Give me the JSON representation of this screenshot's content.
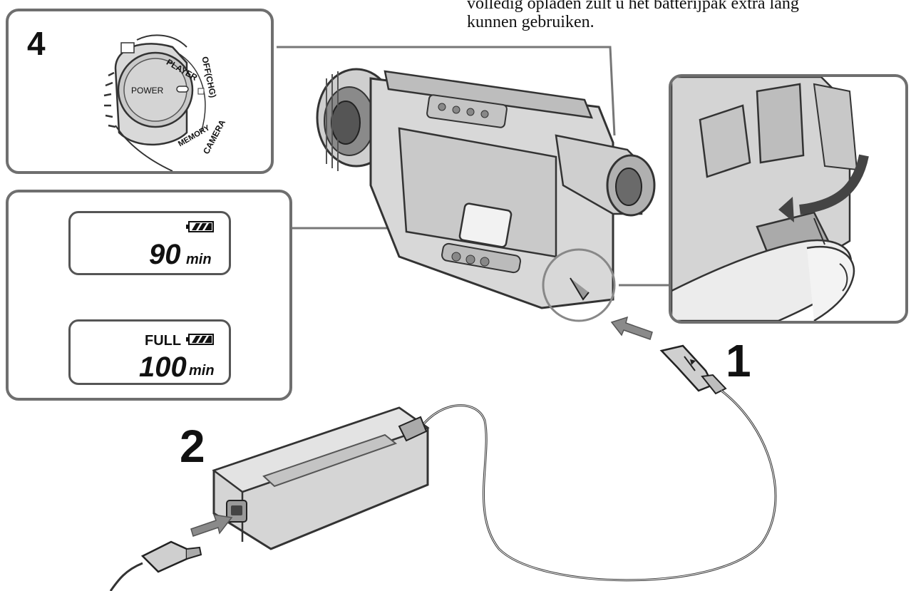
{
  "caption": {
    "line1": "volledig opladen zult u het batterijpak extra lang",
    "line2": "kunnen gebruiken."
  },
  "steps": {
    "step4": "4",
    "step1": "1",
    "step2": "2"
  },
  "dial": {
    "power": "POWER",
    "player": "PLAYER",
    "off": "OFF(CHG)",
    "camera": "CAMERA",
    "memory": "MEMORY"
  },
  "lcd_before": {
    "value": "90",
    "unit": "min"
  },
  "lcd_after": {
    "status": "FULL",
    "value": "100",
    "unit": "min"
  }
}
